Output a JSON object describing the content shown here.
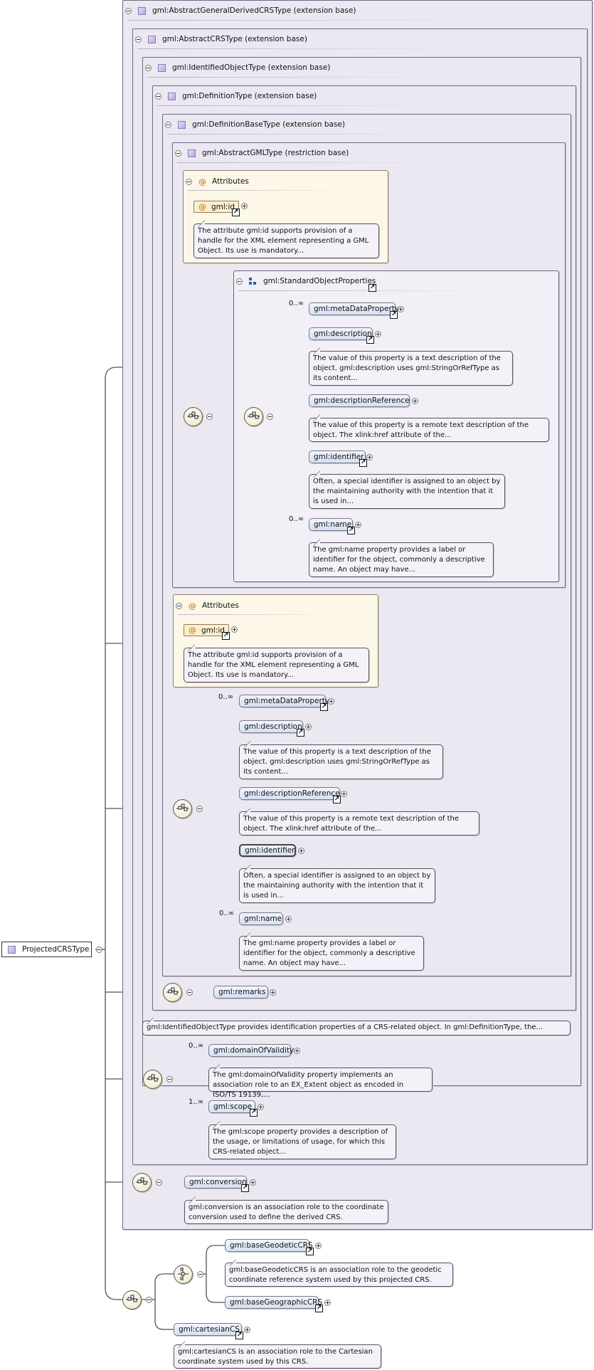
{
  "diagram": {
    "root": {
      "label": "ProjectedCRSType"
    },
    "types": {
      "abstract_general_derived": "gml:AbstractGeneralDerivedCRSType (extension base)",
      "abstract_crs": "gml:AbstractCRSType (extension base)",
      "identified_object": "gml:IdentifiedObjectType (extension base)",
      "definition": "gml:DefinitionType (extension base)",
      "definition_base": "gml:DefinitionBaseType (extension base)",
      "abstract_gml": "gml:AbstractGMLType (restriction base)"
    },
    "attributes_label": "Attributes",
    "gml_id": "gml:id",
    "gml_id_doc": "The attribute gml:id supports provision of a handle for the XML element representing a GML Object. Its use is mandatory...",
    "standard_object_properties": "gml:StandardObjectProperties",
    "occ_zero_many": "0..∞",
    "occ_one_many": "1..∞",
    "props": {
      "metaDataProperty": "gml:metaDataProperty",
      "description": "gml:description",
      "description_doc": "The value of this property is a text description of the object. gml:description uses gml:StringOrRefType as its content...",
      "descriptionReference": "gml:descriptionReference",
      "descriptionReference_doc": "The value of this property is a remote text description of the object. The xlink:href attribute of the...",
      "identifier": "gml:identifier",
      "identifier_doc": "Often, a special identifier is assigned to an object by the maintaining authority with the intention that it is used in...",
      "name": "gml:name",
      "name_doc": "The gml:name property provides a label or identifier for the object, commonly a descriptive name. An object may have..."
    },
    "remarks": "gml:remarks",
    "identified_object_doc": "gml:IdentifiedObjectType provides identification properties of a CRS-related object. In gml:DefinitionType, the...",
    "domainOfValidity": "gml:domainOfValidity",
    "domainOfValidity_doc": "The gml:domainOfValidity property implements an association role to an EX_Extent object as encoded in ISO/TS 19139,...",
    "scope": "gml:scope",
    "scope_doc": "The gml:scope property provides a description of the usage, or limitations of usage, for which this CRS-related object...",
    "conversion": "gml:conversion",
    "conversion_doc": "gml:conversion is an association role to the coordinate conversion used to define the derived CRS.",
    "baseGeodeticCRS": "gml:baseGeodeticCRS",
    "baseGeodeticCRS_doc": "gml:baseGeodeticCRS is an association role to the geodetic coordinate reference system used by this projected CRS.",
    "baseGeographicCRS": "gml:baseGeographicCRS",
    "cartesianCS": "gml:cartesianCS",
    "cartesianCS_doc": "gml:cartesianCS is an association role to the Cartesian coordinate system used by this CRS."
  },
  "colors": {
    "type_box": "#ebe8f2",
    "attribute_box": "#fdf7e8",
    "element_fill": "#d6e0f2",
    "connector": "#555555"
  }
}
